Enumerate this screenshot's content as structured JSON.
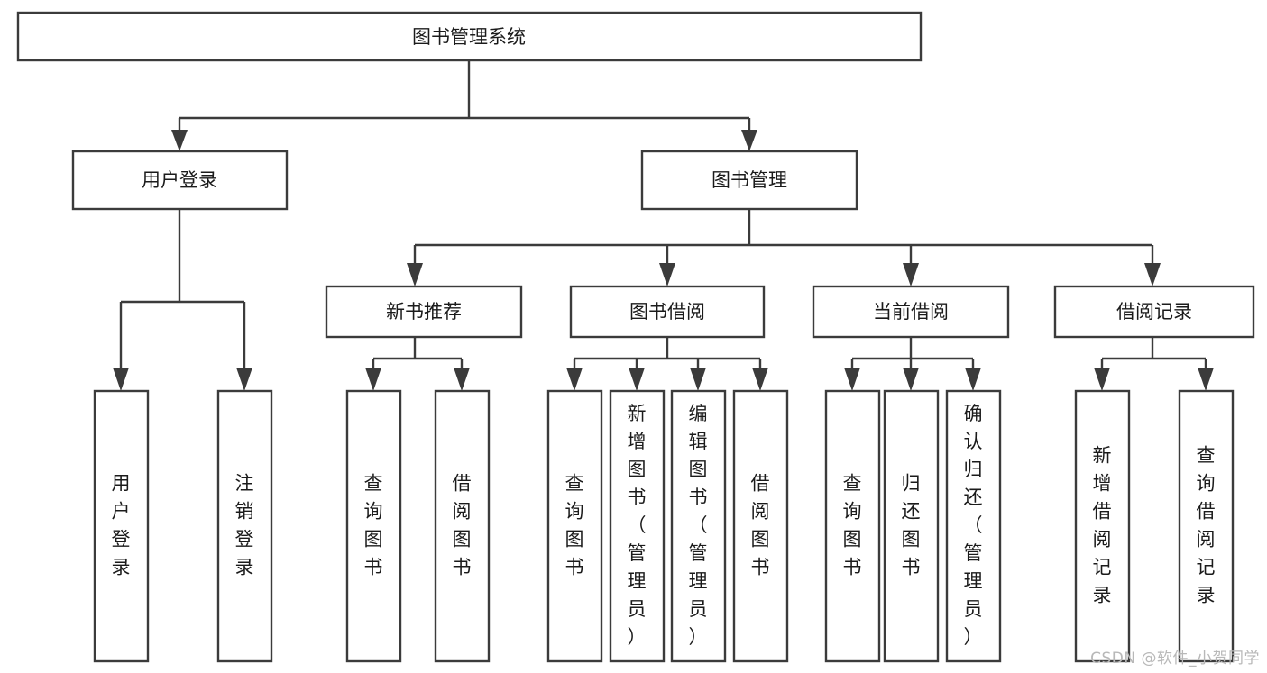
{
  "diagram": {
    "title": "图书管理系统",
    "type": "tree-hierarchy-diagram",
    "colors": {
      "box_stroke": "#3b3b3b",
      "box_fill": "#ffffff",
      "connector": "#3b3b3b",
      "text": "#1b1b1b",
      "background": "#ffffff",
      "watermark": "#b8b8b8"
    },
    "watermark": "CSDN @软件_小贺同学",
    "levels": {
      "root": {
        "label": "图书管理系统"
      },
      "level2": [
        {
          "label": "用户登录"
        },
        {
          "label": "图书管理"
        }
      ],
      "level3": [
        {
          "label": "新书推荐"
        },
        {
          "label": "图书借阅"
        },
        {
          "label": "当前借阅"
        },
        {
          "label": "借阅记录"
        }
      ],
      "leaves_user_login": [
        {
          "label": "用户登录"
        },
        {
          "label": "注销登录"
        }
      ],
      "leaves_new_book": [
        {
          "label": "查询图书"
        },
        {
          "label": "借阅图书"
        }
      ],
      "leaves_borrow": [
        {
          "label": "查询图书"
        },
        {
          "label": "新增图书（管理员）"
        },
        {
          "label": "编辑图书（管理员）"
        },
        {
          "label": "借阅图书"
        }
      ],
      "leaves_current": [
        {
          "label": "查询图书"
        },
        {
          "label": "归还图书"
        },
        {
          "label": "确认归还（管理员）"
        }
      ],
      "leaves_record": [
        {
          "label": "新增借阅记录"
        },
        {
          "label": "查询借阅记录"
        }
      ]
    }
  }
}
